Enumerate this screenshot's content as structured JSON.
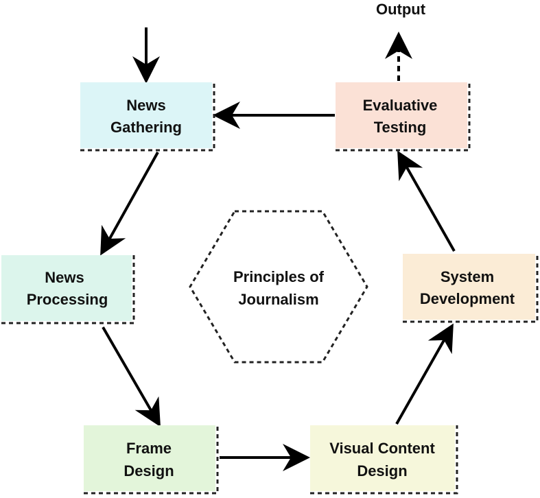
{
  "diagram": {
    "center": {
      "line1": "Principles of",
      "line2": "Journalism"
    },
    "output_label": "Output",
    "nodes": {
      "news_gathering": {
        "line1": "News",
        "line2": "Gathering",
        "color": "#dcf5f7"
      },
      "news_processing": {
        "line1": "News",
        "line2": "Processing",
        "color": "#dcf5ec"
      },
      "frame_design": {
        "line1": "Frame",
        "line2": "Design",
        "color": "#e3f5da"
      },
      "visual_content_design": {
        "line1": "Visual Content",
        "line2": "Design",
        "color": "#f6f7db"
      },
      "system_development": {
        "line1": "System",
        "line2": "Development",
        "color": "#fbecd6"
      },
      "evaluative_testing": {
        "line1": "Evaluative",
        "line2": "Testing",
        "color": "#fbe1d6"
      }
    },
    "edges": [
      [
        "input",
        "news_gathering"
      ],
      [
        "news_gathering",
        "news_processing"
      ],
      [
        "news_processing",
        "frame_design"
      ],
      [
        "frame_design",
        "visual_content_design"
      ],
      [
        "visual_content_design",
        "system_development"
      ],
      [
        "system_development",
        "evaluative_testing"
      ],
      [
        "evaluative_testing",
        "news_gathering"
      ],
      [
        "evaluative_testing",
        "output"
      ]
    ]
  }
}
